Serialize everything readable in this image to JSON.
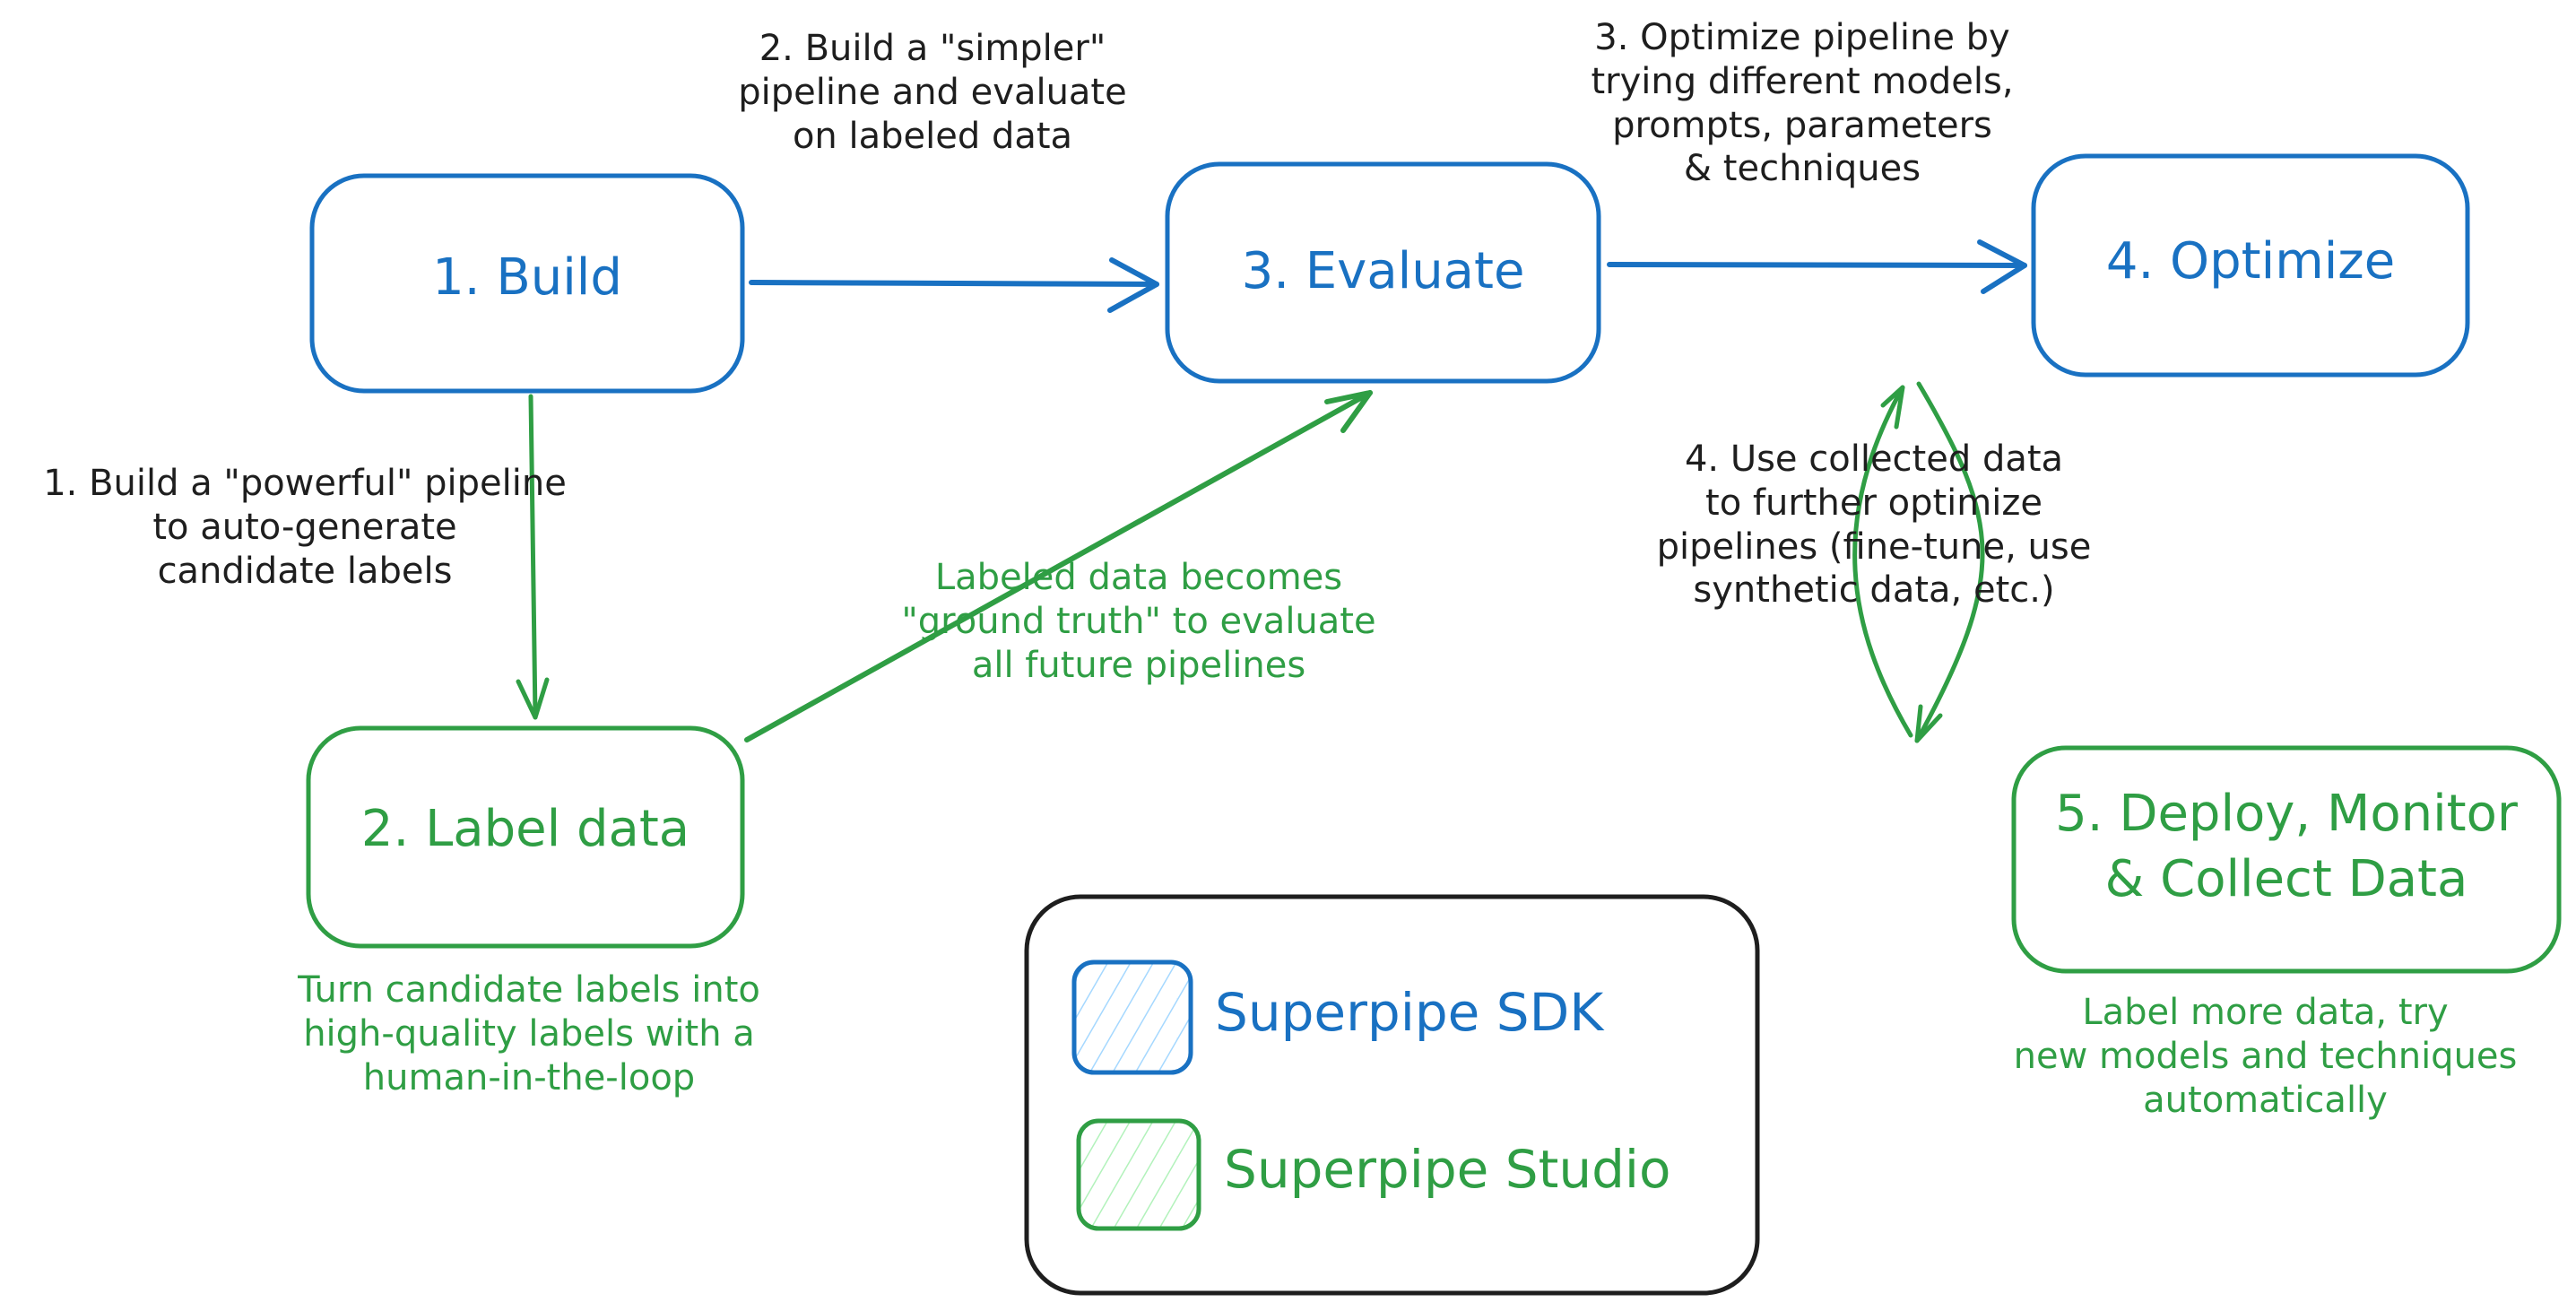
{
  "colors": {
    "sdk": "#1971c2",
    "studio": "#2f9e44",
    "text": "#1e1e1e",
    "sdk_hatch": "#a5d8ff",
    "studio_hatch": "#b2f2bb"
  },
  "nodes": {
    "build": {
      "label": "1. Build",
      "group": "sdk"
    },
    "evaluate": {
      "label": "3. Evaluate",
      "group": "sdk"
    },
    "optimize": {
      "label": "4. Optimize",
      "group": "sdk"
    },
    "label_data": {
      "label": "2. Label data",
      "group": "studio"
    },
    "deploy": {
      "label": "5. Deploy, Monitor\n& Collect Data",
      "group": "studio"
    }
  },
  "edges": {
    "build_to_evaluate": {
      "label": "2. Build a \"simpler\"\npipeline and evaluate\non labeled data"
    },
    "evaluate_to_optimize": {
      "label": "3. Optimize pipeline by\ntrying different models,\nprompts, parameters\n& techniques"
    },
    "build_to_label": {
      "label": "1. Build a \"powerful\" pipeline\nto auto-generate\ncandidate labels"
    },
    "label_to_evaluate": {
      "label": "Labeled data becomes\n\"ground truth\" to evaluate\nall future pipelines"
    },
    "deploy_to_optimize": {
      "label": "4. Use collected data\nto further optimize\npipelines (fine-tune, use\nsynthetic data, etc.)"
    }
  },
  "notes": {
    "label_data": "Turn candidate labels into\nhigh-quality labels with a\nhuman-in-the-loop",
    "deploy": "Label more data, try\nnew models and techniques\nautomatically"
  },
  "legend": {
    "items": [
      {
        "label": "Superpipe SDK",
        "group": "sdk"
      },
      {
        "label": "Superpipe Studio",
        "group": "studio"
      }
    ]
  }
}
